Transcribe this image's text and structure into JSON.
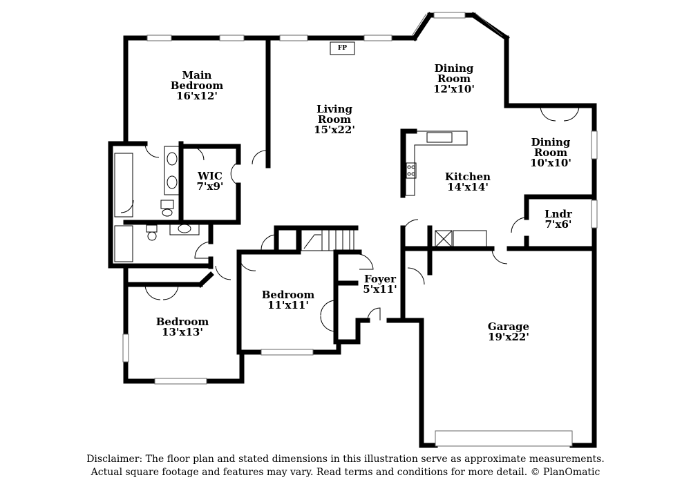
{
  "plan": {
    "rooms": [
      {
        "id": "main-bedroom",
        "name": "Main\nBedroom",
        "dims": "16'x12'"
      },
      {
        "id": "living-room",
        "name": "Living\nRoom",
        "dims": "15'x22'"
      },
      {
        "id": "dining-room-1",
        "name": "Dining\nRoom",
        "dims": "12'x10'"
      },
      {
        "id": "dining-room-2",
        "name": "Dining\nRoom",
        "dims": "10'x10'"
      },
      {
        "id": "kitchen",
        "name": "Kitchen",
        "dims": "14'x14'"
      },
      {
        "id": "wic",
        "name": "WIC",
        "dims": "7'x9'"
      },
      {
        "id": "laundry",
        "name": "Lndr",
        "dims": "7'x6'"
      },
      {
        "id": "foyer",
        "name": "Foyer",
        "dims": "5'x11'"
      },
      {
        "id": "bedroom-2",
        "name": "Bedroom",
        "dims": "11'x11'"
      },
      {
        "id": "bedroom-3",
        "name": "Bedroom",
        "dims": "13'x13'"
      },
      {
        "id": "garage",
        "name": "Garage",
        "dims": "19'x22'"
      }
    ],
    "fireplace_label": "FP"
  },
  "disclaimer": {
    "line1": "Disclaimer: The floor plan and stated dimensions in this illustration serve as approximate measurements.",
    "line2": "Actual square footage and features may vary. Read terms and conditions for more detail. © PlanOmatic"
  }
}
